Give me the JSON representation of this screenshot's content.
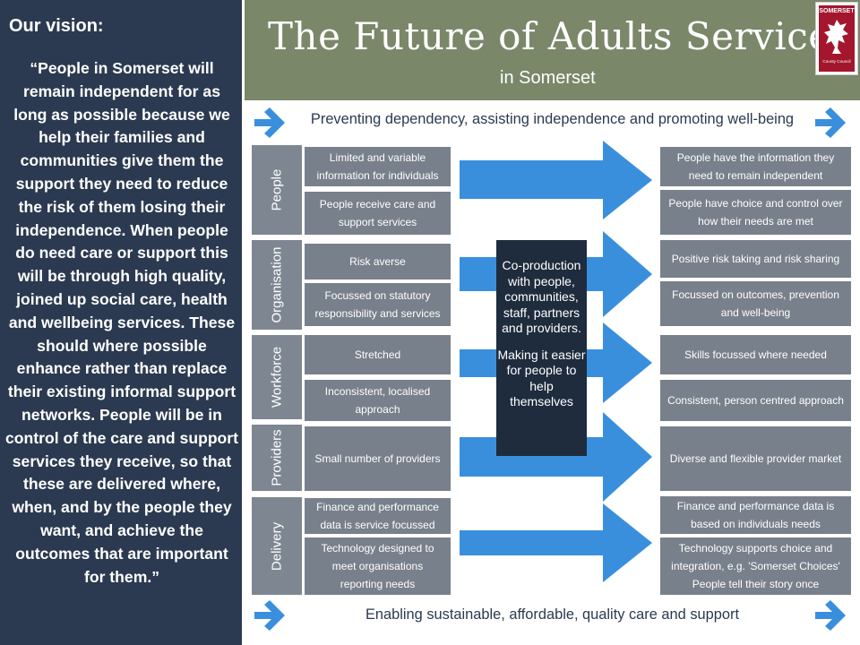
{
  "vision": {
    "heading": "Our vision:",
    "text": "“People in Somerset will remain independent for as long as possible because we help their families and communities give them the support they need to reduce the risk of them losing their independence. When people do need care or support this will be through high quality, joined up social care, health and wellbeing services. These should where possible enhance rather than replace their existing informal support networks. People will be in control of the care and support services they receive, so that these are delivered where, when, and by the people they want, and achieve the outcomes that are important for them.”"
  },
  "header": {
    "title": "The Future of Adults Services",
    "subtitle": "in Somerset"
  },
  "logo": {
    "top_text": "SOMERSET",
    "bottom_text": "County Council"
  },
  "banners": {
    "top": "Preventing dependency, assisting independence and promoting well-being",
    "bottom": "Enabling sustainable, affordable, quality care and support"
  },
  "categories": [
    "People",
    "Organisation",
    "Workforce",
    "Providers",
    "Delivery"
  ],
  "current_state": [
    "Limited and variable information for individuals",
    "People receive care and support services",
    "Risk averse",
    "Focussed on statutory responsibility and services",
    "Stretched",
    "Inconsistent, localised approach",
    "Small number of providers",
    "Finance and performance data is service focussed",
    "Technology designed to meet organisations reporting needs"
  ],
  "future_state": [
    "People have the information they need to remain independent",
    "People have choice and control over how their needs are met",
    "Positive risk taking and risk sharing",
    "Focussed on outcomes, prevention and well-being",
    "Skills focussed where needed",
    "Consistent, person centred approach",
    "Diverse and flexible provider market",
    "Finance and performance data is based on individuals needs",
    "Technology supports choice and integration, e.g. 'Somerset Choices' People tell their story once"
  ],
  "coproduction": {
    "line1": "Co-production with people, communities, staff, partners and providers.",
    "line2": "Making it easier for people to help themselves"
  },
  "colors": {
    "panel": "#2b3a50",
    "header": "#7a8769",
    "box": "#78808b",
    "arrow": "#3a8fdd",
    "coproduction": "#1f2c3e",
    "logo": "#a3162d"
  }
}
